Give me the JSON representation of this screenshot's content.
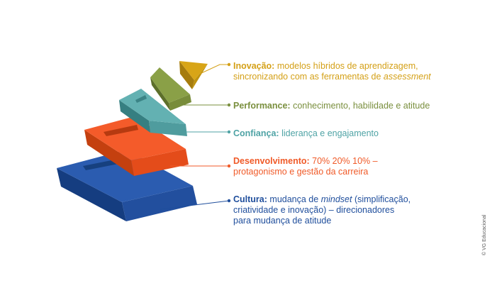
{
  "layers": [
    {
      "id": "inovacao",
      "title": "Inovação:",
      "lines": [
        [
          "modelos híbridos de aprendizagem,"
        ],
        [
          "sincronizando com as ferramentas de ",
          {
            "i": "assessment"
          }
        ]
      ],
      "color": "#d4a017"
    },
    {
      "id": "performance",
      "title": "Performance:",
      "lines": [
        [
          "conhecimento, habilidade e atitude"
        ]
      ],
      "color": "#7a8f3e"
    },
    {
      "id": "confianca",
      "title": "Confiança:",
      "lines": [
        [
          "liderança e engajamento"
        ]
      ],
      "color": "#4fa3a5"
    },
    {
      "id": "desenvolvimento",
      "title": "Desenvolvimento:",
      "lines": [
        [
          "70% 20% 10% –"
        ],
        [
          "protagonismo e gestão da carreira"
        ]
      ],
      "color": "#f05a28"
    },
    {
      "id": "cultura",
      "title": "Cultura:",
      "lines": [
        [
          "mudança de ",
          {
            "i": "mindset"
          },
          " (simplificação,"
        ],
        [
          "criatividade e inovação) – direcionadores"
        ],
        [
          "para mudança de atitude"
        ]
      ],
      "color": "#1f4e9c"
    }
  ],
  "copyright": "© VG Educacional"
}
